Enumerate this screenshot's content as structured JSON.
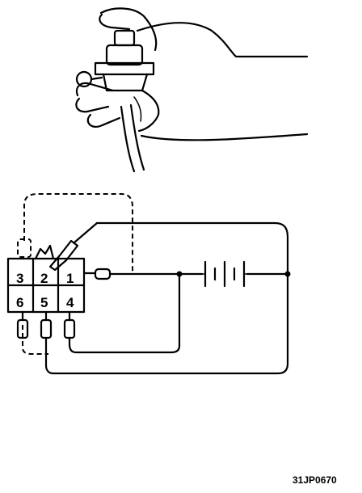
{
  "connector": {
    "pins": [
      {
        "id": "pin-3",
        "label": "3"
      },
      {
        "id": "pin-2",
        "label": "2"
      },
      {
        "id": "pin-1",
        "label": "1"
      },
      {
        "id": "pin-6",
        "label": "6"
      },
      {
        "id": "pin-5",
        "label": "5"
      },
      {
        "id": "pin-4",
        "label": "4"
      }
    ]
  },
  "figure_code": "31JP0670"
}
